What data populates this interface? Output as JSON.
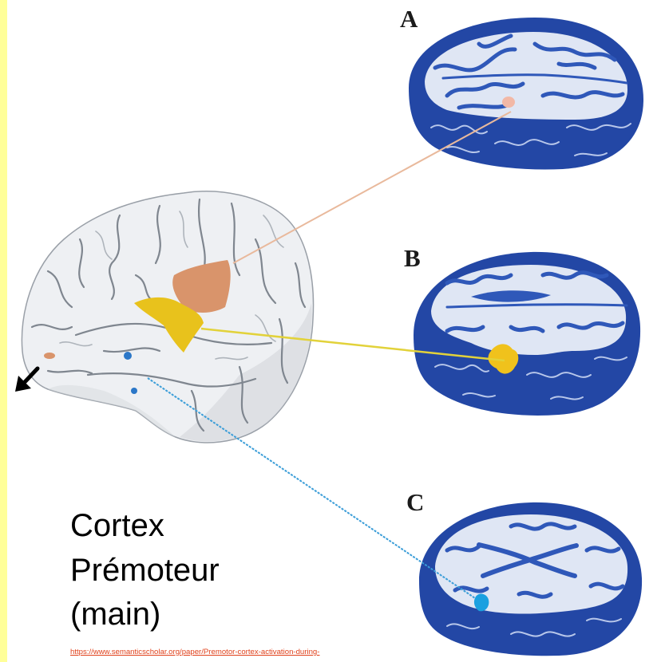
{
  "figure": {
    "panel_labels": {
      "a": "A",
      "b": "B",
      "c": "C"
    }
  },
  "caption": {
    "line1": "Cortex",
    "line2": "Prémoteur",
    "line3": "(main)"
  },
  "source": {
    "link_text": "https://www.semanticscholar.org/paper/Premotor-cortex-activation-during-"
  },
  "colors": {
    "side_strip": "#ffff99",
    "brain_surface": "#eef0f3",
    "region_a": "#d9946b",
    "region_b": "#e8c21c",
    "region_c": "#2b77c8",
    "line_a": "#e9b99c",
    "line_b": "#e2d23a",
    "line_c": "#3a9dd8",
    "slice_blue": "#2347a5",
    "slice_inner": "#dfe6f4",
    "spot_a": "#f2b8a6",
    "spot_b": "#f0c21c",
    "spot_c": "#1aa0e0",
    "link": "#e0401a"
  },
  "icons": {
    "pointer": "arrow-pointer-icon"
  }
}
